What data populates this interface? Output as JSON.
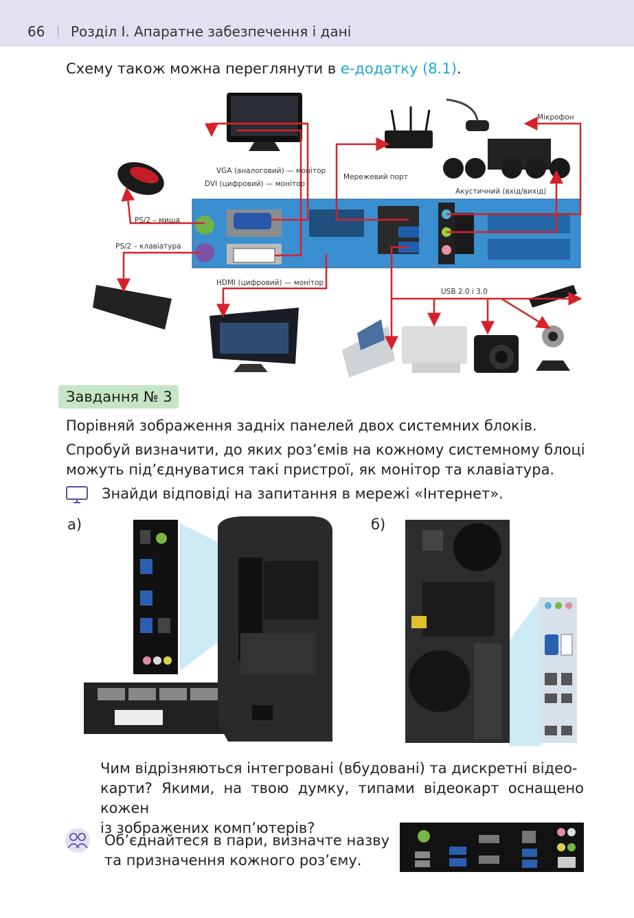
{
  "header": {
    "page_number": "66",
    "section_title": "Розділ I. Апаратне забезпечення і дані"
  },
  "intro": {
    "text_before": "Схему також можна переглянути в ",
    "link_text": "е-додатку (8.1)",
    "text_after": "."
  },
  "diagram": {
    "labels": {
      "vga": "VGA (аналоговий) — монітор",
      "dvi": "DVI (цифровий) — монітор",
      "network": "Мережевий порт",
      "mic": "Мікрофон",
      "audio": "Акустичний (вхід/вихід)",
      "ps2_mouse": "PS/2 – миша",
      "ps2_kb": "PS/2 – клавіатура",
      "hdmi": "HDMI (цифровий) — монітор",
      "usb": "USB 2.0 і 3.0"
    }
  },
  "task": {
    "title": "Завдання № 3",
    "p1": "Порівняй зображення задніх панелей двох системних блоків.",
    "p2_line1": "Спробуй визначити, до яких роз’ємів на кожному системному блоці",
    "p2_line2": "можуть під’єднуватися такі пристрої, як монітор та клавіатура.",
    "p3": "Знайди відповіді на запитання в мережі «Інтернет».",
    "label_a": "а)",
    "label_b": "б)"
  },
  "question": {
    "line1": "Чим відрізняються інтегровані (вбудовані) та дискретні відео-",
    "line2": "карти? Якими, на твою думку, типами відеокарт оснащено кожен",
    "line3": "із зображених комп’ютерів?"
  },
  "pair_task": {
    "line1": "Об’єднайтеся в пари, визначте назву",
    "line2": "та призначення кожного роз’єму."
  },
  "colors": {
    "header_bg": "#e4e0f2",
    "link": "#1ba6d9",
    "task_badge": "#c5e6c4",
    "arrow": "#d62228",
    "icon": "#5a4fa8"
  }
}
